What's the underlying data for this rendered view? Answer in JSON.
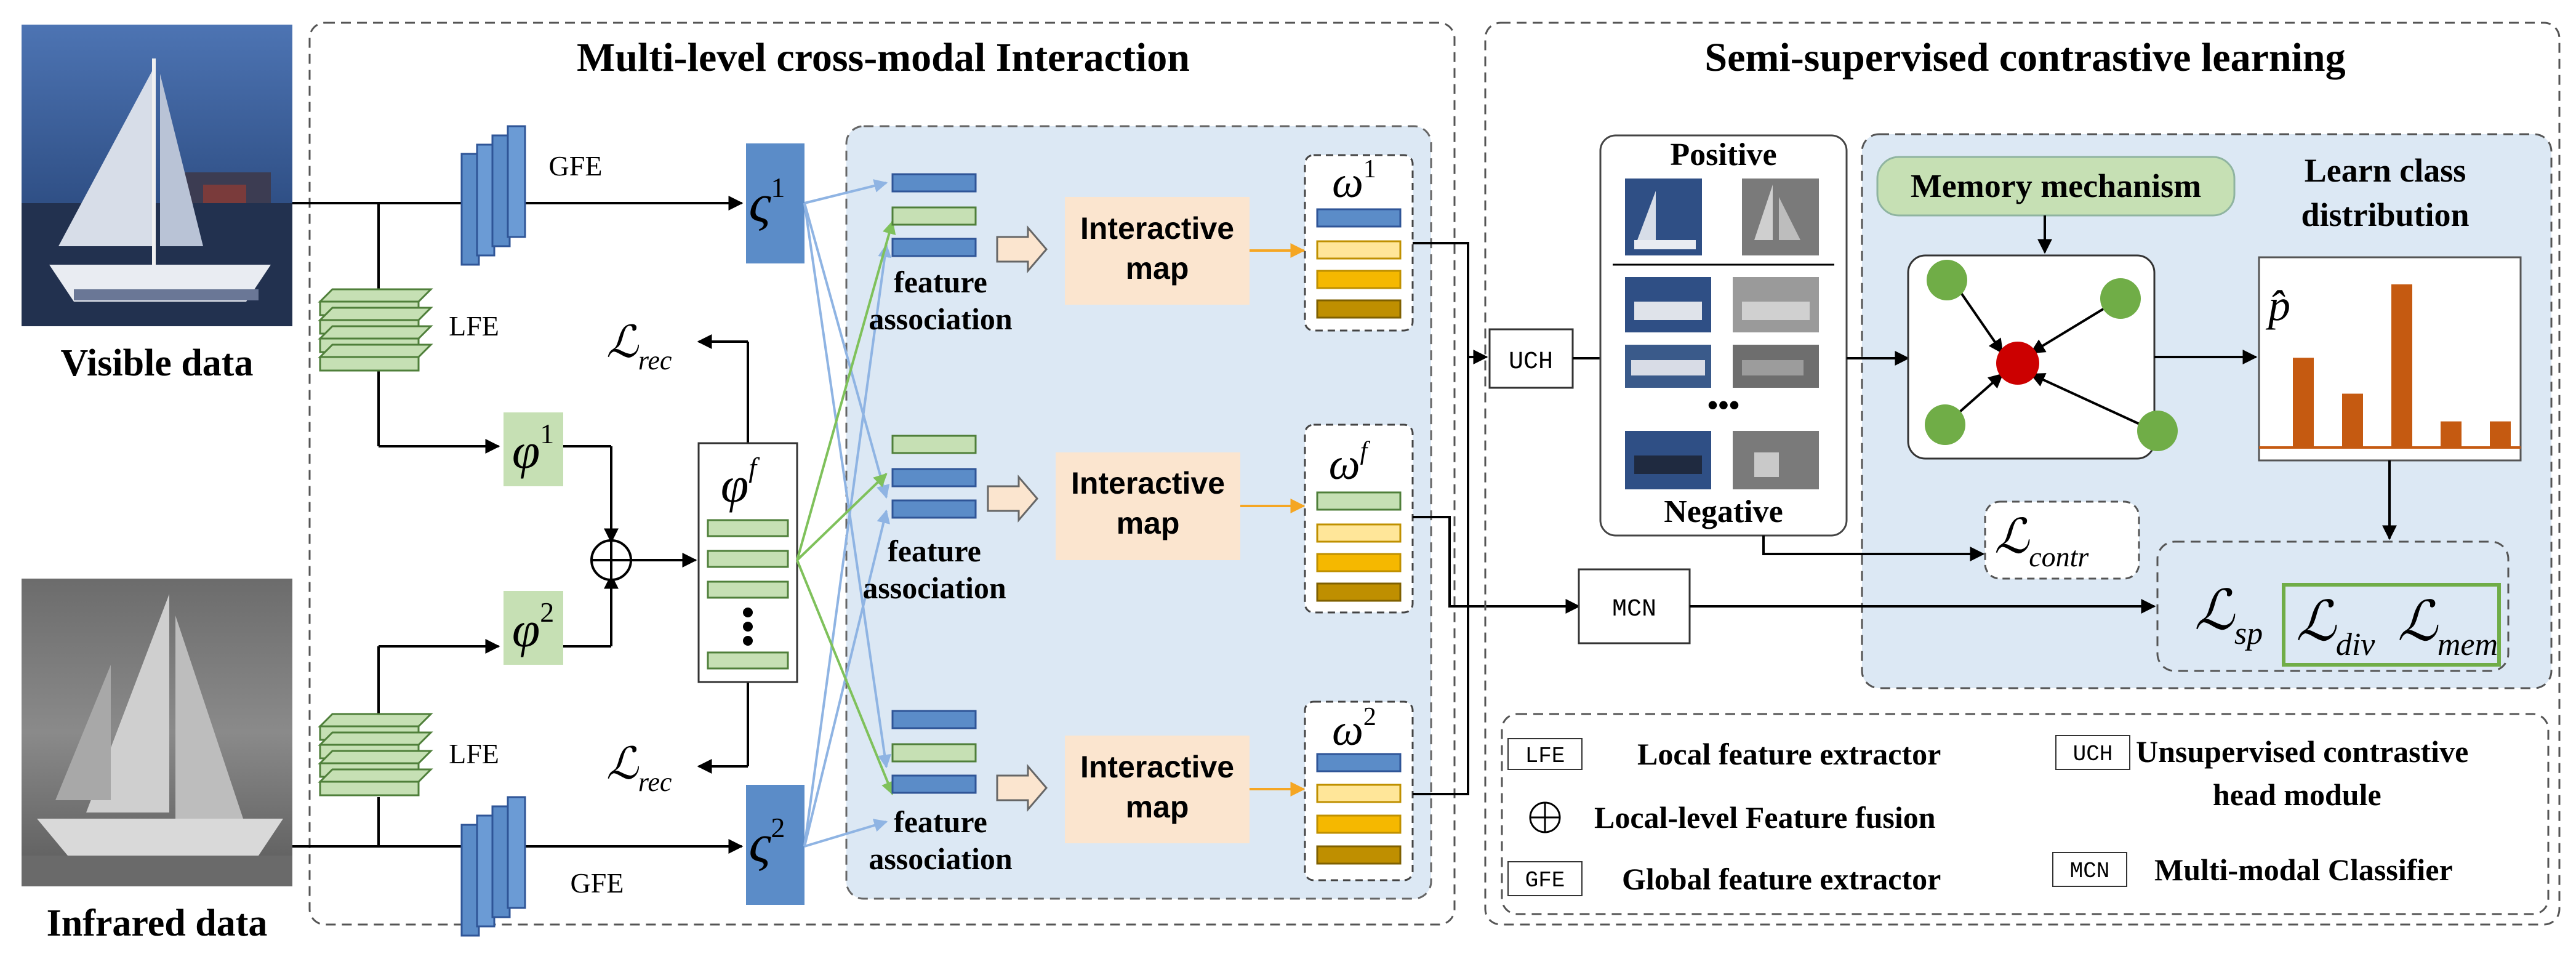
{
  "visible_label": "Visible data",
  "infrared_label": "Infrared data",
  "left_title": "Multi-level cross-modal Interaction",
  "right_title": "Semi-supervised contrastive learning",
  "gfe": "GFE",
  "lfe": "LFE",
  "phi_sym": "φ",
  "varsigma_sym": "ς",
  "omega_sym": "ω",
  "sup_1": "1",
  "sup_2": "2",
  "sup_f": "f",
  "loss_sym": "ℒ",
  "rec_sub": "rec",
  "contr_sub": "contr",
  "sp_sub": "sp",
  "div_sub": "div",
  "mem_sub": "mem",
  "feature_word": "feature",
  "association_word": "association",
  "interactive_word": "Interactive",
  "map_word": "map",
  "positive": "Positive",
  "negative": "Negative",
  "dots": "•••",
  "uch": "UCH",
  "mcn": "MCN",
  "memory_mechanism": "Memory mechanism",
  "learn_class_line1": "Learn class",
  "learn_class_line2": "distribution",
  "p_hat": "p̂",
  "legend": {
    "lfe_code": "LFE",
    "lfe_desc": "Local feature extractor",
    "fusion_desc": "Local-level Feature fusion",
    "gfe_code": "GFE",
    "gfe_desc": "Global feature extractor",
    "uch_code": "UCH",
    "uch_desc_line1": "Unsupervised contrastive",
    "uch_desc_line2": "head module",
    "mcn_code": "MCN",
    "mcn_desc": "Multi-modal Classifier"
  },
  "distribution_values": [
    0.55,
    0.33,
    1.0,
    0.16,
    0.16
  ],
  "colors": {
    "blue": "#5b8cc8",
    "green": "#c6e0b4",
    "peach": "#fbe5cf",
    "panel": "#dce8f4",
    "orange": "#c55a11",
    "red": "#cc0000",
    "node_green": "#70ad47",
    "arrow_blue": "#8fb4e3",
    "arrow_green": "#7fc15b",
    "arrow_orange": "#f5a623"
  }
}
